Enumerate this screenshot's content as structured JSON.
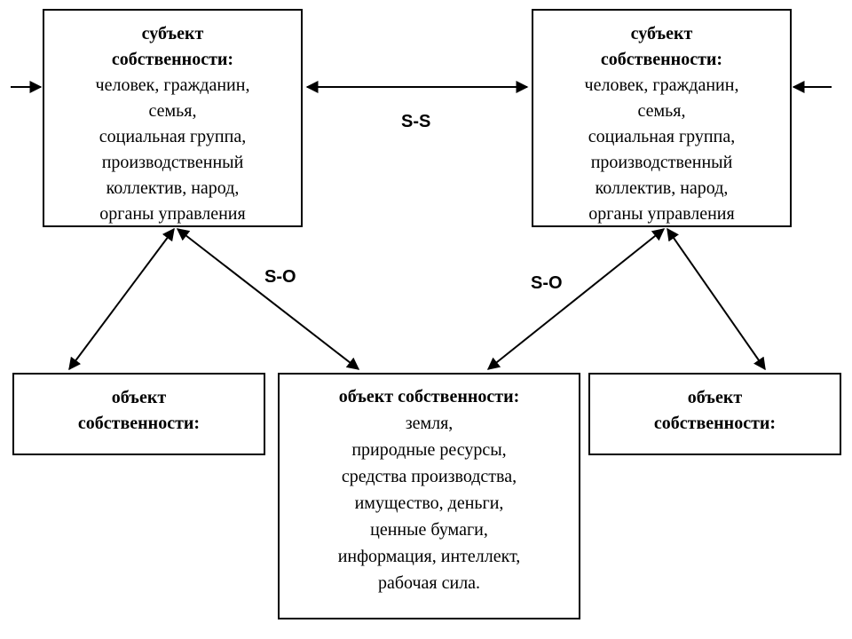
{
  "subject_left": {
    "heading": [
      "субъект",
      "собственности:"
    ],
    "lines": [
      "человек, гражданин,",
      "семья,",
      "социальная группа,",
      "производственный",
      "коллектив, народ,",
      "органы управления"
    ]
  },
  "subject_right": {
    "heading": [
      "субъект",
      "собственности:"
    ],
    "lines": [
      "человек, гражданин,",
      "семья,",
      "социальная группа,",
      "производственный",
      "коллектив, народ,",
      "органы управления"
    ]
  },
  "object_left": {
    "heading": [
      "объект",
      "собственности:"
    ]
  },
  "object_center": {
    "heading": [
      "объект собственности:"
    ],
    "lines": [
      "земля,",
      "природные ресурсы,",
      "средства производства,",
      "имущество, деньги,",
      "ценные бумаги,",
      "информация, интеллект,",
      "рабочая сила."
    ]
  },
  "object_right": {
    "heading": [
      "объект",
      "собственности:"
    ]
  },
  "relations": {
    "subject_subject": "S-S",
    "subject_object_left": "S-O",
    "subject_object_right": "S-O"
  }
}
